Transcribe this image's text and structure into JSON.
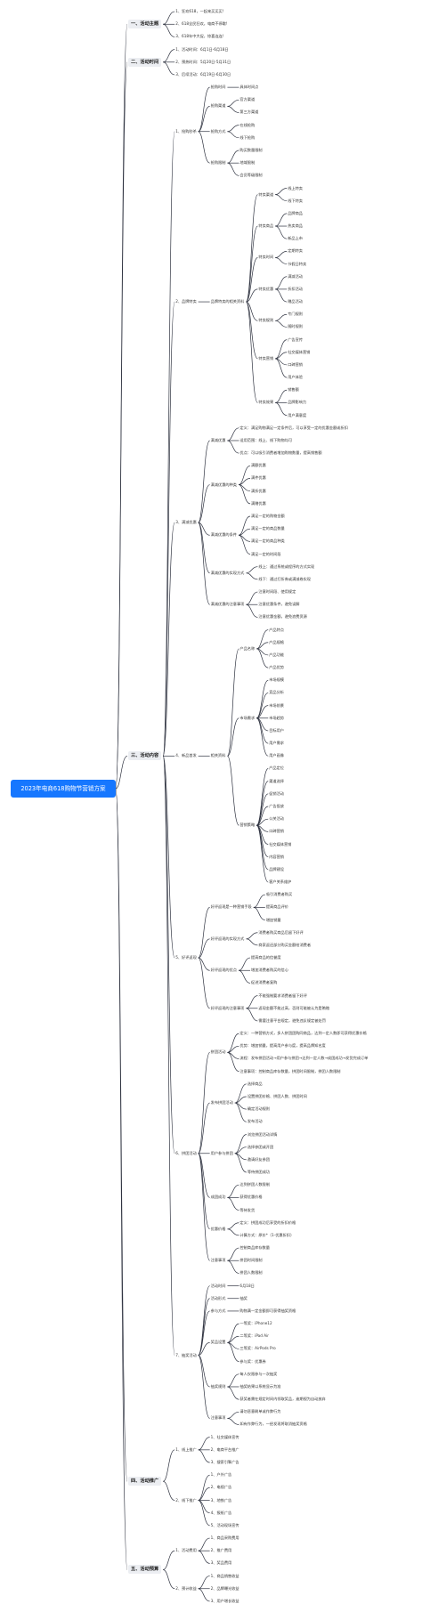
{
  "root": "2023年电商618购物节营销方案",
  "sections": [
    {
      "label": "一、活动主题",
      "children": [
        {
          "label": "1、狂欢618，一起来买买买!"
        },
        {
          "label": "2、618全民狂欢，电商不停歇!"
        },
        {
          "label": "3、618年中大促，惊喜连连!"
        }
      ]
    },
    {
      "label": "二、活动时间",
      "children": [
        {
          "label": "1、活动时间：6月1日-6月18日"
        },
        {
          "label": "2、预热时间：5月20日-5月31日"
        },
        {
          "label": "3、后续活动：6月19日-6月30日"
        }
      ]
    },
    {
      "label": "三、活动内容",
      "children": [
        {
          "label": "1、抢购秒杀",
          "children": [
            {
              "label": "抢购时间",
              "children": [
                {
                  "label": "具体时间点"
                }
              ]
            },
            {
              "label": "抢购渠道",
              "children": [
                {
                  "label": "官方渠道"
                },
                {
                  "label": "第三方渠道"
                }
              ]
            },
            {
              "label": "抢购方式",
              "children": [
                {
                  "label": "在线抢购"
                },
                {
                  "label": "线下抢购"
                }
              ]
            },
            {
              "label": "抢购限制",
              "children": [
                {
                  "label": "购买数量限制"
                },
                {
                  "label": "地域限制"
                },
                {
                  "label": "会员等级限制"
                }
              ]
            }
          ]
        },
        {
          "label": "2、品牌特卖",
          "children": [
            {
              "label": "品牌特卖的相关资料",
              "children": [
                {
                  "label": "特卖渠道",
                  "children": [
                    {
                      "label": "线上特卖"
                    },
                    {
                      "label": "线下特卖"
                    }
                  ]
                },
                {
                  "label": "特卖商品",
                  "children": [
                    {
                      "label": "品牌商品"
                    },
                    {
                      "label": "热卖商品"
                    },
                    {
                      "label": "新品上市"
                    }
                  ]
                },
                {
                  "label": "特卖时间",
                  "children": [
                    {
                      "label": "定期特卖"
                    },
                    {
                      "label": "节假日特卖"
                    }
                  ]
                },
                {
                  "label": "特卖优惠",
                  "children": [
                    {
                      "label": "满减活动"
                    },
                    {
                      "label": "折扣活动"
                    },
                    {
                      "label": "赠品活动"
                    }
                  ]
                },
                {
                  "label": "特卖规则",
                  "children": [
                    {
                      "label": "专门规则"
                    },
                    {
                      "label": "随时规则"
                    }
                  ]
                },
                {
                  "label": "特卖营销",
                  "children": [
                    {
                      "label": "广告宣传"
                    },
                    {
                      "label": "社交媒体营销"
                    },
                    {
                      "label": "口碑营销"
                    },
                    {
                      "label": "用户体验"
                    }
                  ]
                },
                {
                  "label": "特卖效果",
                  "children": [
                    {
                      "label": "销售额"
                    },
                    {
                      "label": "品牌影响力"
                    },
                    {
                      "label": "用户满意度"
                    }
                  ]
                }
              ]
            }
          ]
        },
        {
          "label": "3、满减优惠",
          "children": [
            {
              "label": "满减优惠",
              "children": [
                {
                  "label": "定义：满足购物满足一定条件后，可以享受一定的优惠金额或折扣"
                },
                {
                  "label": "适用范围：线上、线下购物均可"
                },
                {
                  "label": "优点：可以吸引消费者增加购物数量，提高销售额"
                }
              ]
            },
            {
              "label": "满减优惠的种类",
              "children": [
                {
                  "label": "满额优惠"
                },
                {
                  "label": "满件优惠"
                },
                {
                  "label": "满折优惠"
                },
                {
                  "label": "满赠优惠"
                }
              ]
            },
            {
              "label": "满减优惠的条件",
              "children": [
                {
                  "label": "满足一定的购物金额"
                },
                {
                  "label": "满足一定的商品数量"
                },
                {
                  "label": "满足一定的商品种类"
                },
                {
                  "label": "满足一定的时间段"
                }
              ]
            },
            {
              "label": "满减优惠的实现方式",
              "children": [
                {
                  "label": "线上：通过系统或程序的方式实现"
                },
                {
                  "label": "线下：通过打折券或满减卷实现"
                }
              ]
            },
            {
              "label": "满减优惠的注意事项",
              "children": [
                {
                  "label": "注意时间段、使用规定"
                },
                {
                  "label": "注意优惠条件，避免误解"
                },
                {
                  "label": "注意优惠金额，避免浪费资源"
                }
              ]
            }
          ]
        },
        {
          "label": "4、新品首发",
          "children": [
            {
              "label": "相关资料",
              "children": [
                {
                  "label": "产品名称",
                  "children": [
                    {
                      "label": "产品特点"
                    },
                    {
                      "label": "产品规格"
                    },
                    {
                      "label": "产品功能"
                    },
                    {
                      "label": "产品优势"
                    }
                  ]
                },
                {
                  "label": "市场需求",
                  "children": [
                    {
                      "label": "市场规模"
                    },
                    {
                      "label": "竞品分析"
                    },
                    {
                      "label": "市场前景"
                    },
                    {
                      "label": "市场趋势"
                    },
                    {
                      "label": "目标用户"
                    },
                    {
                      "label": "用户需求"
                    },
                    {
                      "label": "用户画像"
                    }
                  ]
                },
                {
                  "label": "营销策略",
                  "children": [
                    {
                      "label": "产品定位"
                    },
                    {
                      "label": "渠道选择"
                    },
                    {
                      "label": "促销活动"
                    },
                    {
                      "label": "广告投放"
                    },
                    {
                      "label": "公关活动"
                    },
                    {
                      "label": "口碑营销"
                    },
                    {
                      "label": "社交媒体营销"
                    },
                    {
                      "label": "内容营销"
                    },
                    {
                      "label": "品牌建设"
                    },
                    {
                      "label": "客户关系维护"
                    }
                  ]
                }
              ]
            }
          ]
        },
        {
          "label": "5、好评返现",
          "children": [
            {
              "label": "好评返现是一种营销手段",
              "children": [
                {
                  "label": "吸引消费者购买"
                },
                {
                  "label": "提高商品评价"
                },
                {
                  "label": "增加销量"
                }
              ]
            },
            {
              "label": "好评返现的实现方式",
              "children": [
                {
                  "label": "消费者购买商品后留下好评"
                },
                {
                  "label": "商家返还部分购买金额给消费者"
                }
              ]
            },
            {
              "label": "好评返现的优点",
              "children": [
                {
                  "label": "提高商品的信誉度"
                },
                {
                  "label": "增加消费者购买的信心"
                },
                {
                  "label": "促进消费者复购"
                }
              ]
            },
            {
              "label": "好评返现的注意事项",
              "children": [
                {
                  "label": "不能强制要求消费者留下好评"
                },
                {
                  "label": "返现金额不能过高，否则可能被认为是贿赂"
                },
                {
                  "label": "需要注意平台规定，避免违反规定被处罚"
                }
              ]
            }
          ]
        },
        {
          "label": "6、拼团活动",
          "children": [
            {
              "label": "拼团活动",
              "children": [
                {
                  "label": "定义：一种营销方式，多人拼团团购同商品，达到一定人数即可获得优惠价格"
                },
                {
                  "label": "优势：增加销量，提高用户参与度，提高品牌知名度"
                },
                {
                  "label": "流程：发布拼团活动→用户参与拼团→达到一定人数→成团成功→发货完成订单"
                },
                {
                  "label": "注意事项：控制商品库存数量，拼团时间限制，拼团人数限制"
                }
              ]
            },
            {
              "label": "发布拼团活动",
              "children": [
                {
                  "label": "选择商品"
                },
                {
                  "label": "设置拼团价格、拼团人数、拼团时间"
                },
                {
                  "label": "确定活动规则"
                },
                {
                  "label": "发布活动"
                }
              ]
            },
            {
              "label": "用户参与拼团",
              "children": [
                {
                  "label": "浏览拼团活动详情"
                },
                {
                  "label": "选择参团或开团"
                },
                {
                  "label": "邀请好友参团"
                },
                {
                  "label": "等待拼团成功"
                }
              ]
            },
            {
              "label": "成团成功",
              "children": [
                {
                  "label": "达到拼团人数限制"
                },
                {
                  "label": "获得优惠价格"
                },
                {
                  "label": "等待发货"
                }
              ]
            },
            {
              "label": "优惠价格",
              "children": [
                {
                  "label": "定义：拼团成功后享受的折扣价格"
                },
                {
                  "label": "计算方式：原价*（1-优惠折扣）"
                }
              ]
            },
            {
              "label": "注意事项",
              "children": [
                {
                  "label": "控制商品库存数量"
                },
                {
                  "label": "拼团时间限制"
                },
                {
                  "label": "拼团人数限制"
                }
              ]
            }
          ]
        },
        {
          "label": "7、抽奖活动",
          "children": [
            {
              "label": "活动时间",
              "children": [
                {
                  "label": "6月18日"
                }
              ]
            },
            {
              "label": "活动形式",
              "children": [
                {
                  "label": "抽奖"
                }
              ]
            },
            {
              "label": "参与方式",
              "children": [
                {
                  "label": "购物满一定金额即可获得抽奖资格"
                }
              ]
            },
            {
              "label": "奖品设置",
              "children": [
                {
                  "label": "一等奖：iPhone12"
                },
                {
                  "label": "二等奖：iPad Air"
                },
                {
                  "label": "三等奖：AirPods Pro"
                },
                {
                  "label": "参与奖：优惠券"
                }
              ]
            },
            {
              "label": "抽奖规则",
              "children": [
                {
                  "label": "每人仅限参与一次抽奖"
                },
                {
                  "label": "抽奖结果以系统显示为准"
                },
                {
                  "label": "获奖者需在规定时间内领取奖品，逾期视为自动放弃"
                }
              ]
            },
            {
              "label": "注意事项",
              "children": [
                {
                  "label": "请勿恶意刷单或作弊行为"
                },
                {
                  "label": "如有作弊行为，一经发现将取消抽奖资格"
                }
              ]
            }
          ]
        }
      ]
    },
    {
      "label": "四、活动推广",
      "children": [
        {
          "label": "1、线上推广",
          "children": [
            {
              "label": "1、社交媒体宣传"
            },
            {
              "label": "2、电商平台推广"
            },
            {
              "label": "3、搜索引擎广告"
            }
          ]
        },
        {
          "label": "2、线下推广",
          "children": [
            {
              "label": "1、户外广告"
            },
            {
              "label": "2、电视广告"
            },
            {
              "label": "3、地铁广告"
            },
            {
              "label": "4、报纸广告"
            },
            {
              "label": "5、活动现场宣传"
            }
          ]
        }
      ]
    },
    {
      "label": "五、活动预算",
      "children": [
        {
          "label": "1、活动费用",
          "children": [
            {
              "label": "1、商品采购费用"
            },
            {
              "label": "2、推广费用"
            },
            {
              "label": "3、奖品费用"
            }
          ]
        },
        {
          "label": "2、预计收益",
          "children": [
            {
              "label": "1、商品销售收益"
            },
            {
              "label": "2、品牌曝光收益"
            },
            {
              "label": "3、用户增长收益"
            }
          ]
        }
      ]
    }
  ]
}
